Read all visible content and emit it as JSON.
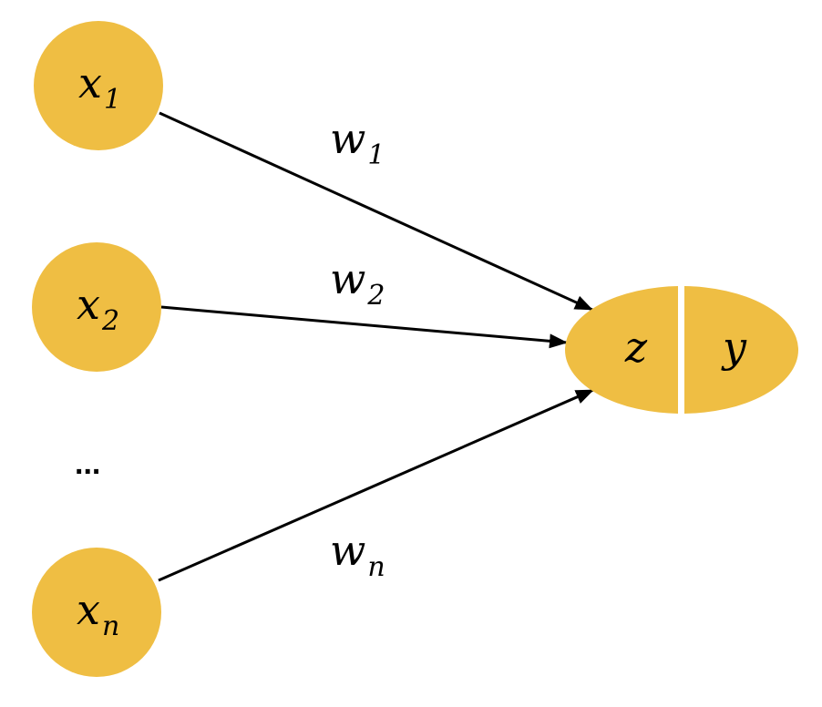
{
  "colors": {
    "node_fill": "#EFBE43",
    "edge": "#000000",
    "text": "#000000",
    "background": "#FFFFFF"
  },
  "inputs": [
    {
      "base": "x",
      "sub": "1"
    },
    {
      "base": "x",
      "sub": "2"
    },
    {
      "base": "x",
      "sub": "n"
    }
  ],
  "ellipsis": "...",
  "weights": [
    {
      "base": "w",
      "sub": "1"
    },
    {
      "base": "w",
      "sub": "2"
    },
    {
      "base": "w",
      "sub": "n"
    }
  ],
  "output": {
    "left": "z",
    "right": "y"
  }
}
